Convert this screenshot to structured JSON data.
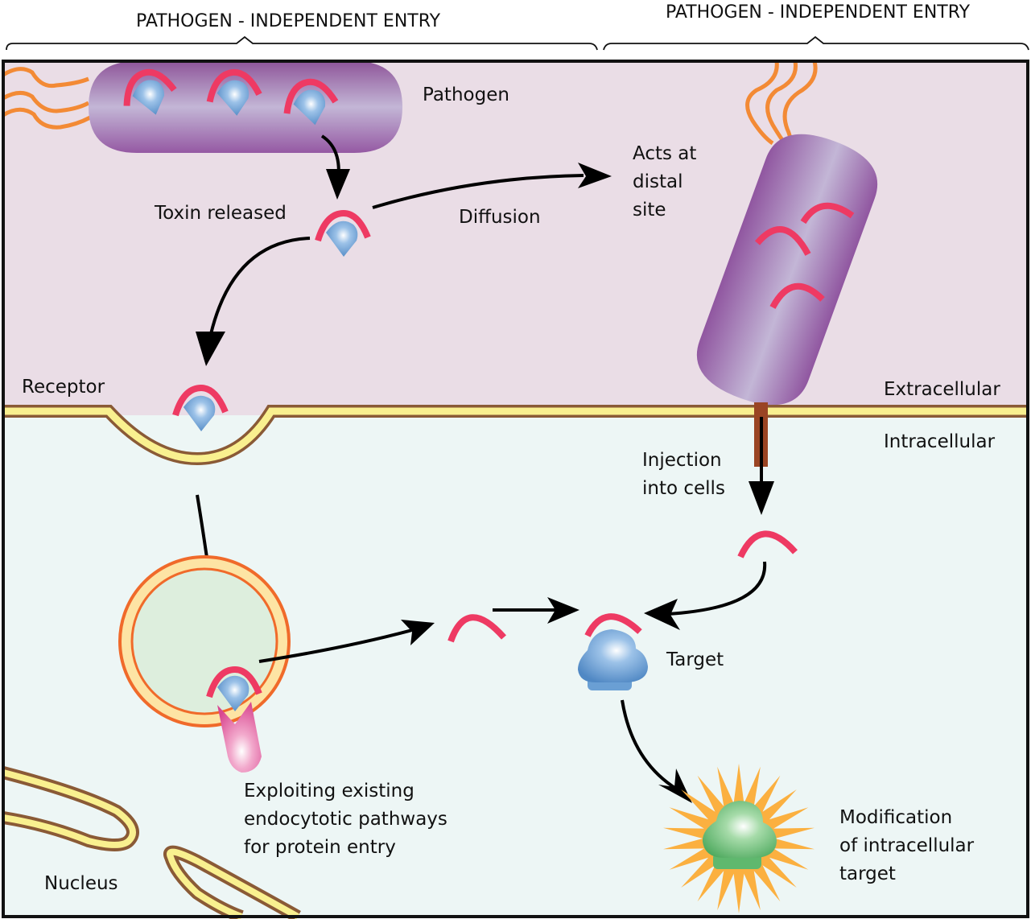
{
  "headers": {
    "left": "PATHOGEN - INDEPENDENT ENTRY",
    "right": "PATHOGEN - INDEPENDENT ENTRY"
  },
  "regions": {
    "extracellular": "Extracellular",
    "intracellular": "Intracellular"
  },
  "labels": {
    "pathogen": "Pathogen",
    "toxin_released": "Toxin released",
    "diffusion": "Diffusion",
    "acts_at_distal_site": [
      "Acts at",
      "distal",
      "site"
    ],
    "receptor": "Receptor",
    "injection": [
      "Injection",
      "into cells"
    ],
    "target": "Target",
    "exploiting": [
      "Exploiting existing",
      "endocytotic pathways",
      "for protein entry"
    ],
    "modification": [
      "Modification",
      "of intracellular",
      "target"
    ],
    "nucleus": "Nucleus"
  },
  "colors": {
    "extracellular_bg": "#eadde6",
    "intracellular_bg": "#edf6f5",
    "membrane_fill": "#f9f08f",
    "membrane_edge": "#8a5a36",
    "toxin_a_subunit": "#ee3a63",
    "toxin_b_subunit": "#5b93cc",
    "pathogen_body": "#9b62a8",
    "flagella": "#f38a35",
    "endosome_ring": "#f06a2a",
    "endosome_fill": "#ddeedd",
    "starburst": "#fbb040",
    "modified_target": "#5fb86e",
    "injection_needle": "#9a4423"
  }
}
